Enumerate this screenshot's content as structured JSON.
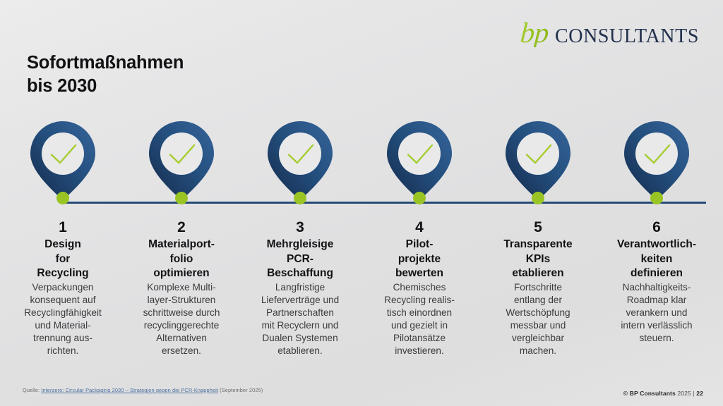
{
  "brand": {
    "logo_mark": "bp",
    "logo_word": "CONSULTANTS",
    "green": "#9ac424",
    "navy": "#1d3f6b",
    "navy_text": "#22304d"
  },
  "title": "Sofortmaßnahmen\nbis 2030",
  "timeline": {
    "marker_icon": "check-pin-icon",
    "dot_color": "#9ac424",
    "line_color": "#1c3f6b"
  },
  "steps": [
    {
      "number": "1",
      "title": "Design\nfor\nRecycling",
      "desc": "Verpackungen\nkonsequent auf\nRecyclingfähigkeit\nund Material-\ntrennung aus-\nrichten."
    },
    {
      "number": "2",
      "title": "Materialport-\nfolio\noptimieren",
      "desc": "Komplexe Multi-\nlayer-Strukturen\nschrittweise durch\nrecyclinggerechte\nAlternativen\nersetzen."
    },
    {
      "number": "3",
      "title": "Mehrgleisige\nPCR-\nBeschaffung",
      "desc": "Langfristige\nLieferverträge und\nPartnerschaften\nmit Recyclern und\nDualen Systemen\netablieren."
    },
    {
      "number": "4",
      "title": "Pilot-\nprojekte\nbewerten",
      "desc": "Chemisches\nRecycling realis-\ntisch einordnen\nund gezielt in\nPilotansätze\ninvestieren."
    },
    {
      "number": "5",
      "title": "Transparente\nKPIs\netablieren",
      "desc": "Fortschritte\nentlang der\nWertschöpfung\nmessbar und\nvergleichbar\nmachen."
    },
    {
      "number": "6",
      "title": "Verantwortlich-\nkeiten\ndefinieren",
      "desc": "Nachhaltigkeits-\nRoadmap klar\nverankern und\nintern verlässlich\nsteuern."
    }
  ],
  "footer": {
    "source_prefix": "Quelle: ",
    "source_link": "Interzero: Circular Packaging 2030 – Strategien gegen die PCR-Knappheit",
    "source_suffix": " (September 2025)",
    "copyright": "© BP Consultants",
    "year": " 2025 ",
    "separator": "| ",
    "page": "22"
  }
}
